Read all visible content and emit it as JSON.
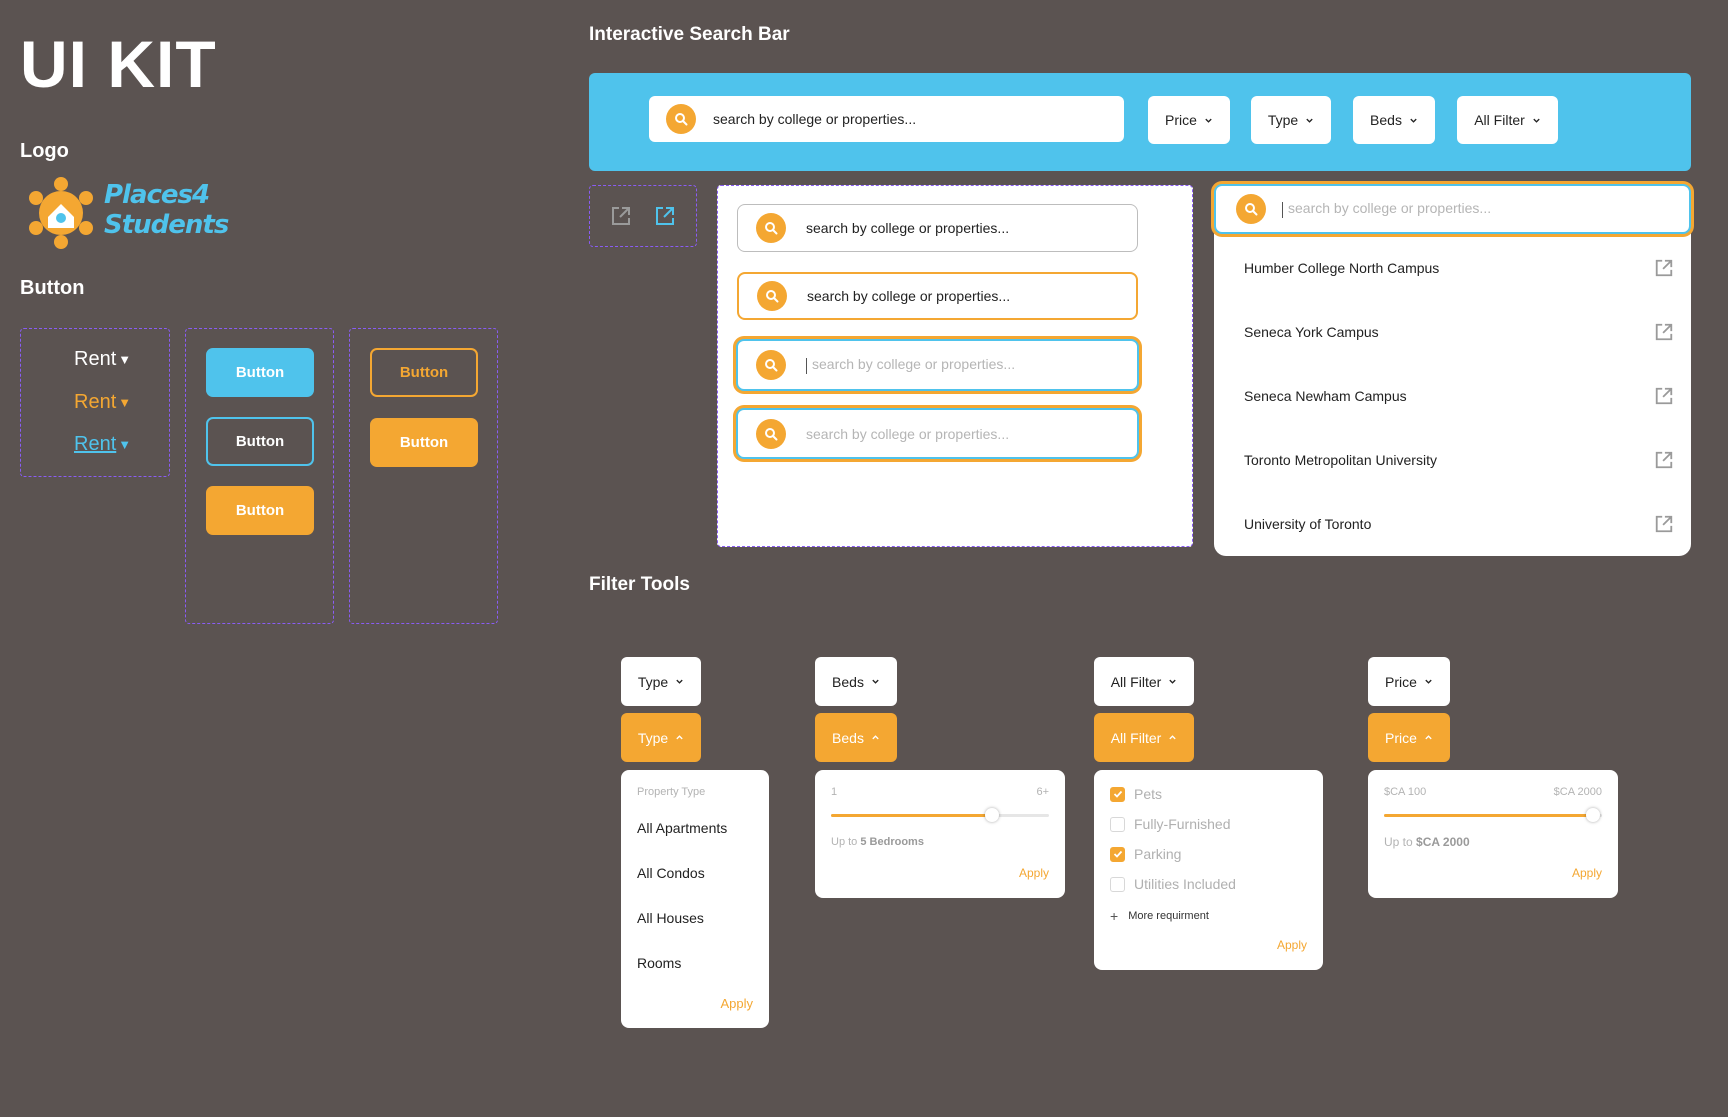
{
  "page": {
    "title": "UI KIT",
    "logo_heading": "Logo",
    "button_heading": "Button"
  },
  "logo": {
    "line1": "Places4",
    "line2": "Students",
    "colors": {
      "text": "#4fc3ec",
      "mark": "#f4a732"
    }
  },
  "rent_links": [
    {
      "label": "Rent",
      "state": "default",
      "color": "#ffffff"
    },
    {
      "label": "Rent",
      "state": "hover",
      "color": "#f4a732"
    },
    {
      "label": "Rent",
      "state": "active",
      "color": "#4fc3ec"
    }
  ],
  "buttons": [
    {
      "label": "Button",
      "style": "blue-filled"
    },
    {
      "label": "Button",
      "style": "blue-outline"
    },
    {
      "label": "Button",
      "style": "orange-filled"
    },
    {
      "label": "Button",
      "style": "orange-outline"
    },
    {
      "label": "Button",
      "style": "orange-filled"
    }
  ],
  "search_section": {
    "title": "Interactive Search Bar",
    "placeholder": "search by college or properties...",
    "filters": [
      "Price",
      "Type",
      "Beds",
      "All Filter"
    ],
    "variants": [
      {
        "text": "search by college or properties...",
        "state": "default"
      },
      {
        "text": "search by college or properties...",
        "state": "hover"
      },
      {
        "text": "search by college or properties...",
        "state": "focused"
      },
      {
        "text": "search by college or properties...",
        "state": "filled"
      }
    ],
    "dropdown_input": "search by college or properties...",
    "results": [
      "Humber College North Campus",
      "Seneca York Campus",
      "Seneca Newham Campus",
      "Toronto Metropolitan University",
      "University of Toronto"
    ]
  },
  "filter_section": {
    "title": "Filter Tools",
    "type": {
      "label": "Type",
      "heading": "Property Type",
      "options": [
        "All Apartments",
        "All Condos",
        "All Houses",
        "Rooms"
      ],
      "apply": "Apply"
    },
    "beds": {
      "label": "Beds",
      "min": "1",
      "max": "6+",
      "value_fraction": 0.74,
      "summary_prefix": "Up to",
      "summary_value": "5 Bedrooms",
      "apply": "Apply"
    },
    "all_filter": {
      "label": "All Filter",
      "options": [
        {
          "label": "Pets",
          "checked": true
        },
        {
          "label": "Fully-Furnished",
          "checked": false
        },
        {
          "label": "Parking",
          "checked": true
        },
        {
          "label": "Utilities Included",
          "checked": false
        }
      ],
      "more": "More requirment",
      "apply": "Apply"
    },
    "price": {
      "label": "Price",
      "min": "$CA 100",
      "max": "$CA 2000",
      "value_fraction": 0.96,
      "summary_prefix": "Up to",
      "summary_value": "$CA 2000",
      "apply": "Apply"
    }
  },
  "colors": {
    "background": "#5b5351",
    "accent_blue": "#4fc3ec",
    "accent_orange": "#f4a732",
    "guide_purple": "#8a5cf5"
  }
}
